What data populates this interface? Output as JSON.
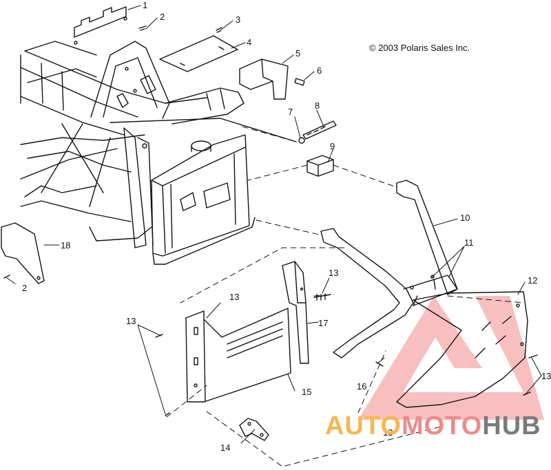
{
  "copyright": "© 2003 Polaris Sales Inc.",
  "callouts": [
    "1",
    "2",
    "3",
    "4",
    "5",
    "6",
    "7",
    "8",
    "9",
    "10",
    "11",
    "12",
    "13",
    "13",
    "13",
    "13",
    "13",
    "14",
    "15",
    "16",
    "17",
    "18",
    "2"
  ],
  "watermark": {
    "part1": "AUTO",
    "part2": "MOTO",
    "part3": "HUB",
    "colors": {
      "auto": "#f5b84d",
      "moto": "#f08a8a",
      "hub": "#7b7b7b"
    }
  }
}
